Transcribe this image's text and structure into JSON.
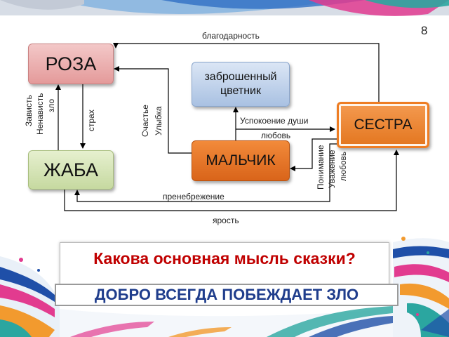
{
  "slide_number": "8",
  "nodes": {
    "roza": "РОЗА",
    "zhaba": "ЖАБА",
    "tsvetnik_line1": "заброшенный",
    "tsvetnik_line2": "цветник",
    "malchik": "МАЛЬЧИК",
    "sestra": "СЕСТРА"
  },
  "edge_labels": {
    "blagodarnost": "благодарность",
    "uspokoenie": "Успокоение души",
    "lyubov_malchik": "любовь",
    "prenebrezhenie": "пренебрежение",
    "yarost": "ярость",
    "zavist": "Зависть",
    "nenavist": "Ненависть",
    "zlo": "зло",
    "strakh": "страх",
    "schastie": "Счастье",
    "ulybka": "Улыбка",
    "ponimanie": "Понимание",
    "uvazhenie": "Уважение",
    "lyubov_sestra": "любовь"
  },
  "question": "Какова основная мысль сказки?",
  "answer": "ДОБРО ВСЕГДА ПОБЕЖДАЕТ ЗЛО",
  "colors": {
    "question": "#c00000",
    "answer": "#1f3d8c",
    "sestra_border": "#ee7d23"
  }
}
